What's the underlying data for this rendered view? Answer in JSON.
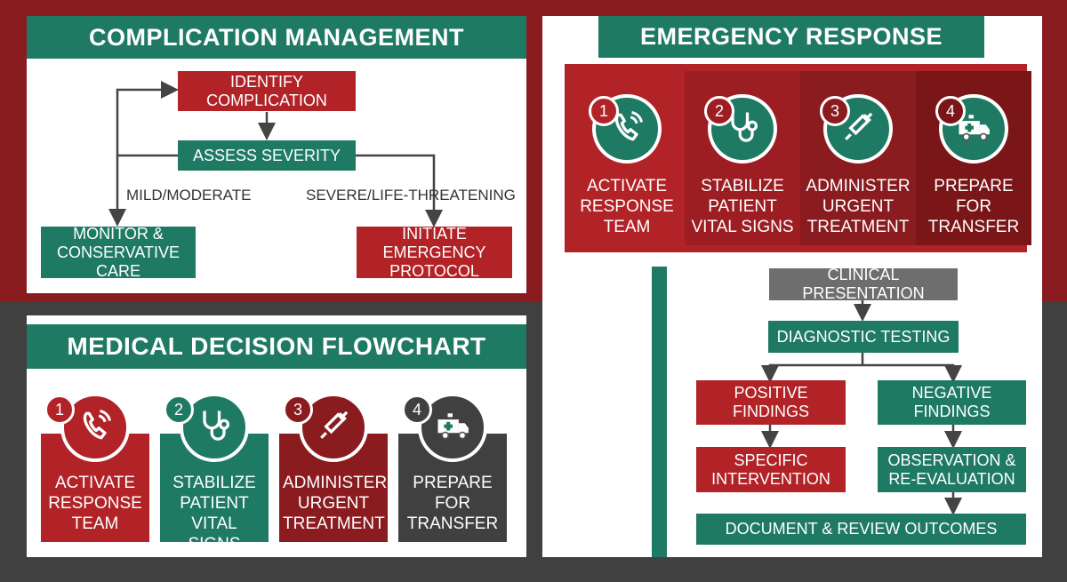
{
  "colors": {
    "red": "#b22327",
    "green": "#1f7a63",
    "grey": "#6e6e6e",
    "dark": "#404040",
    "maroon": "#8a1b1f"
  },
  "complication": {
    "title": "COMPLICATION MANAGEMENT ALGORITHM",
    "identify": "IDENTIFY COMPLICATION",
    "assess": "ASSESS SEVERITY",
    "mild_label": "MILD/MODERATE",
    "severe_label": "SEVERE/LIFE-THREATENING",
    "monitor": "MONITOR & CONSERVATIVE CARE",
    "initiate": "INITIATE EMERGENCY PROTOCOL"
  },
  "decision": {
    "title": "MEDICAL DECISION FLOWCHART",
    "steps": [
      {
        "num": "1",
        "icon": "phone-icon",
        "text": "ACTIVATE RESPONSE TEAM"
      },
      {
        "num": "2",
        "icon": "stethoscope-icon",
        "text": "STABILIZE PATIENT VITAL SIGNS"
      },
      {
        "num": "3",
        "icon": "syringe-icon",
        "text": "ADMINISTER URGENT TREATMENT"
      },
      {
        "num": "4",
        "icon": "ambulance-icon",
        "text": "PREPARE FOR TRANSFER"
      }
    ]
  },
  "emergency": {
    "title": "EMERGENCY RESPONSE STEPS",
    "steps": [
      {
        "num": "1",
        "icon": "phone-icon",
        "text": "ACTIVATE RESPONSE TEAM"
      },
      {
        "num": "2",
        "icon": "stethoscope-icon",
        "text": "STABILIZE PATIENT VITAL SIGNS"
      },
      {
        "num": "3",
        "icon": "syringe-icon",
        "text": "ADMINISTER URGENT TREATMENT"
      },
      {
        "num": "4",
        "icon": "ambulance-icon",
        "text": "PREPARE FOR TRANSFER"
      }
    ]
  },
  "clinical": {
    "presentation": "CLINICAL PRESENTATION",
    "testing": "DIAGNOSTIC TESTING",
    "positive": "POSITIVE FINDINGS",
    "negative": "NEGATIVE FINDINGS",
    "specific": "SPECIFIC INTERVENTION",
    "observation": "OBSERVATION & RE-EVALUATION",
    "document": "DOCUMENT & REVIEW OUTCOMES"
  }
}
